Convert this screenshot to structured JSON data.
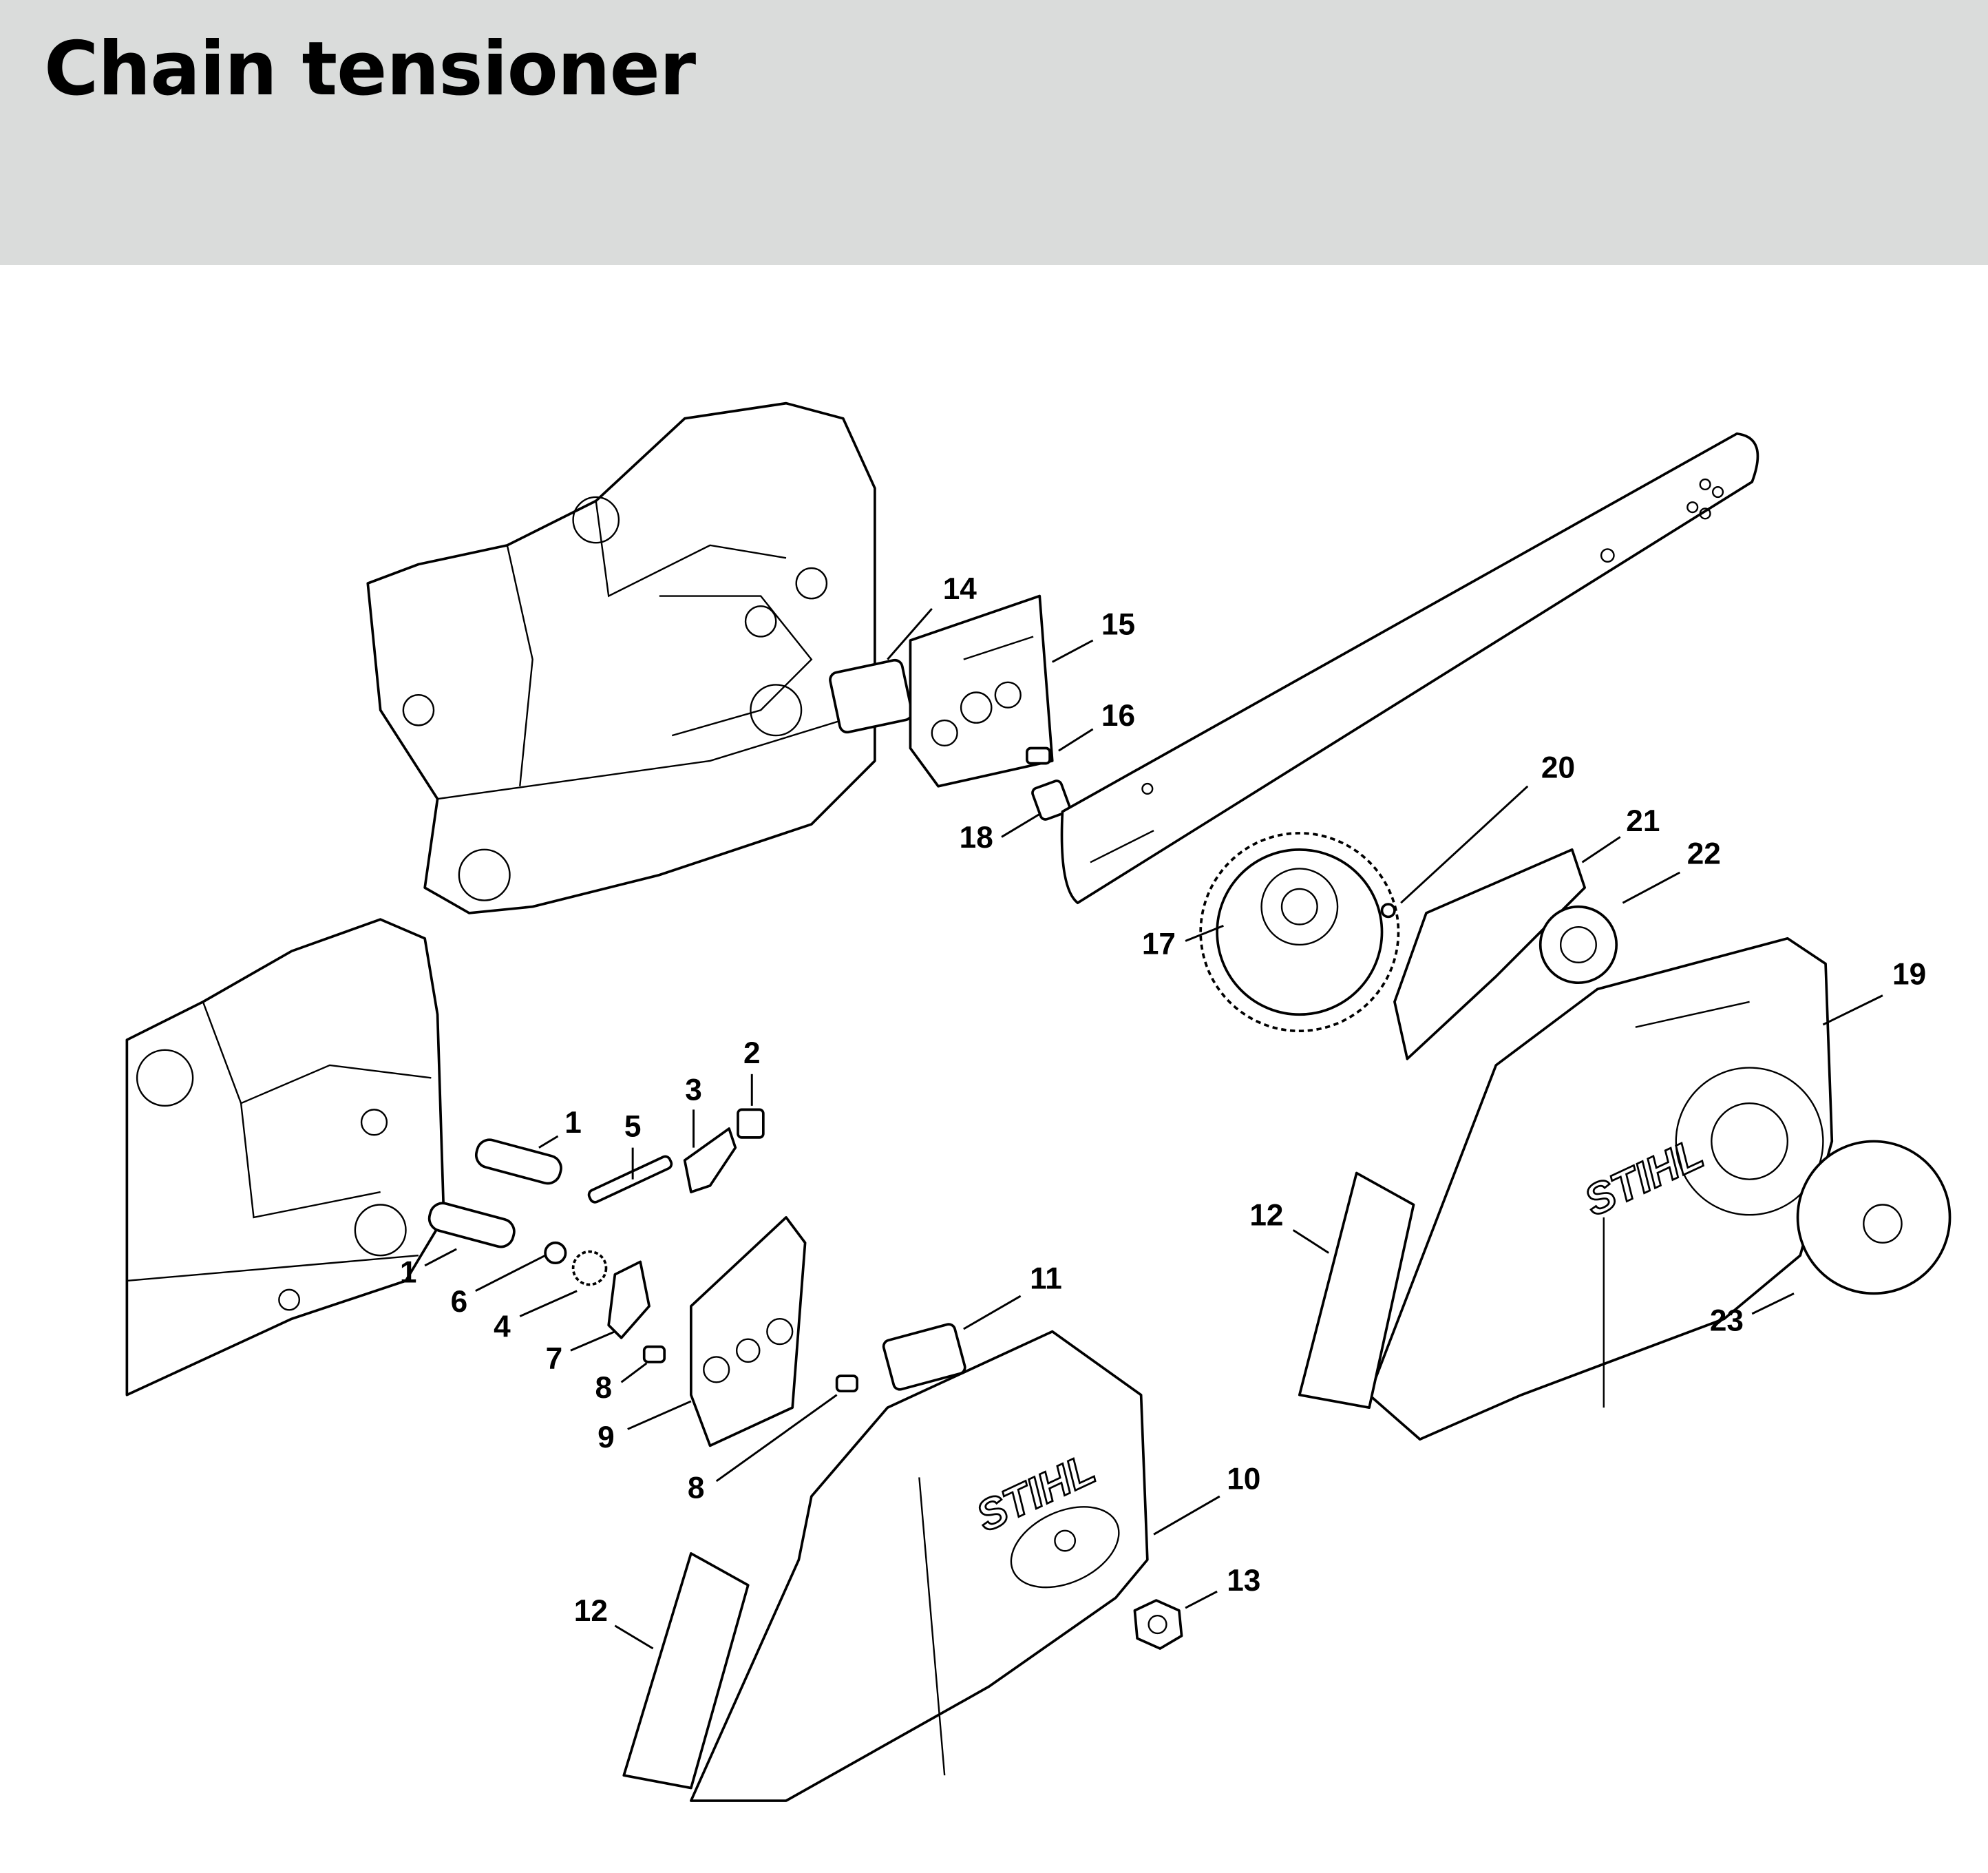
{
  "header": {
    "title": "Chain tensioner"
  },
  "logo_text": "STIHL",
  "callouts": [
    "14",
    "15",
    "16",
    "18",
    "20",
    "21",
    "22",
    "17",
    "19",
    "2",
    "3",
    "1",
    "5",
    "1",
    "6",
    "4",
    "7",
    "8",
    "9",
    "8",
    "11",
    "10",
    "13",
    "12",
    "12",
    "23"
  ]
}
